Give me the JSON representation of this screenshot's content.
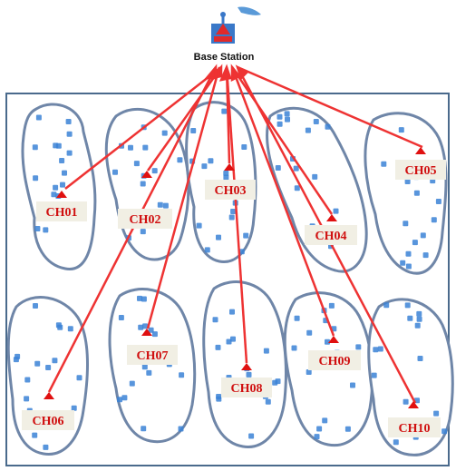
{
  "base_station": {
    "label": "Base Station",
    "icon": "base-station-icon"
  },
  "cluster_heads": [
    {
      "id": "ch01",
      "label": "CH01"
    },
    {
      "id": "ch02",
      "label": "CH02"
    },
    {
      "id": "ch03",
      "label": "CH03"
    },
    {
      "id": "ch04",
      "label": "CH04"
    },
    {
      "id": "ch05",
      "label": "CH05"
    },
    {
      "id": "ch06",
      "label": "CH06"
    },
    {
      "id": "ch07",
      "label": "CH07"
    },
    {
      "id": "ch08",
      "label": "CH08"
    },
    {
      "id": "ch09",
      "label": "CH09"
    },
    {
      "id": "ch10",
      "label": "CH10"
    }
  ],
  "colors": {
    "link": "#ee3333",
    "cluster_head": "#e01010",
    "label_text": "#d01010",
    "label_bg": "#f1efe4",
    "sensor_node": "#3b82d6",
    "cluster_outline": "#6f86a8",
    "field_border": "#4a6a8c",
    "base_station": "#3a78c8"
  }
}
